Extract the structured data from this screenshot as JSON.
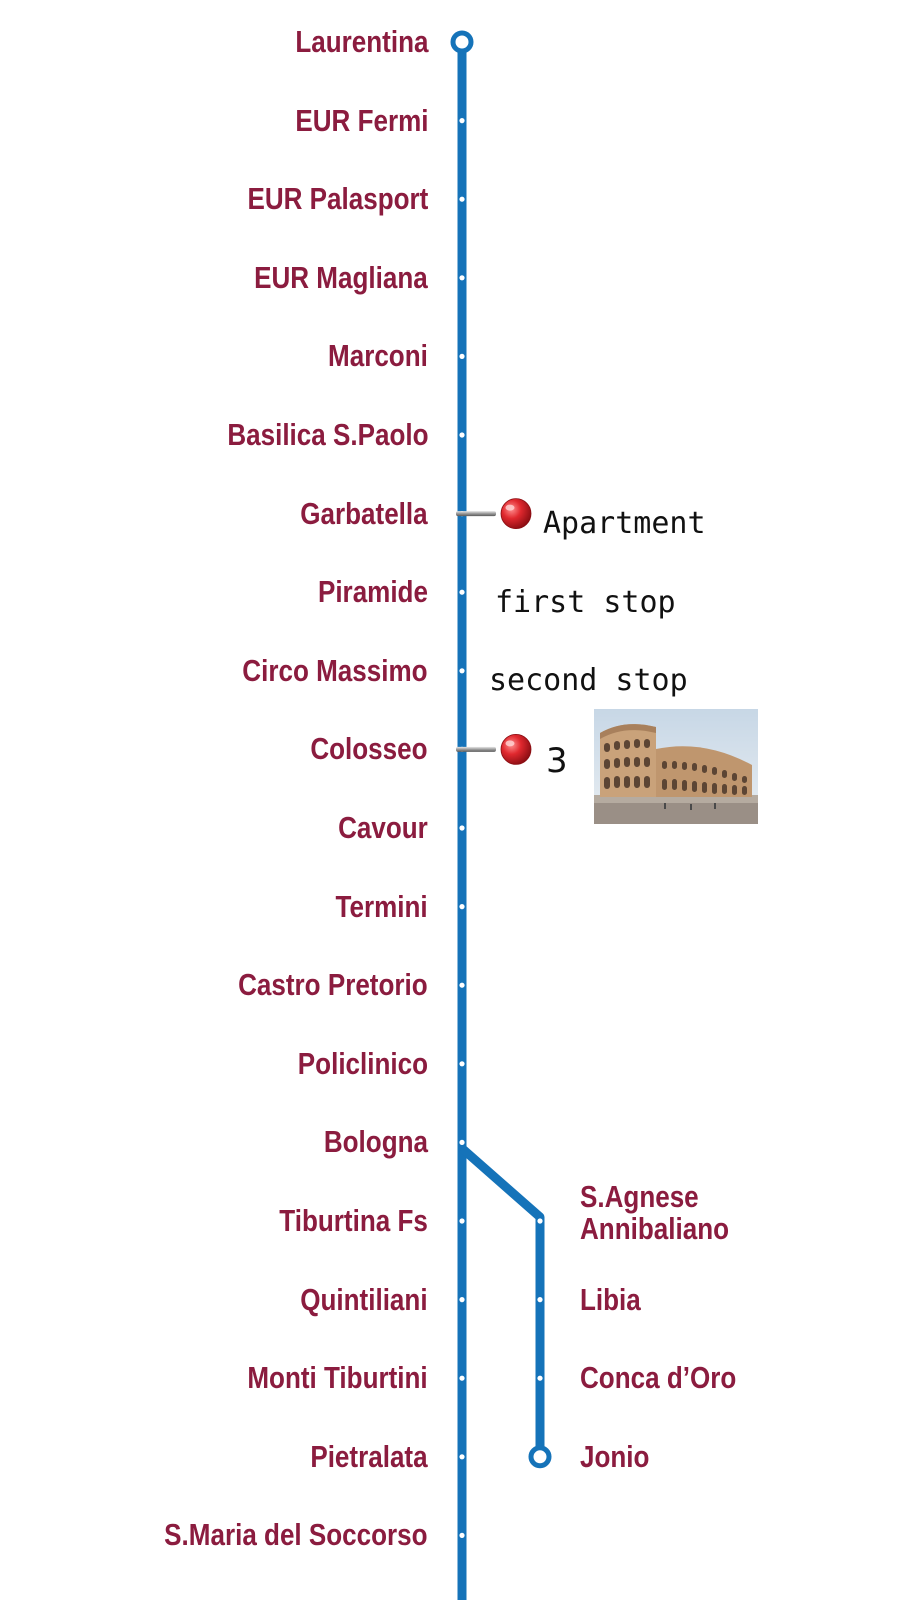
{
  "line": {
    "color": "#1573b9",
    "text_color": "#8b1c3f",
    "stations": [
      "Laurentina",
      "EUR Fermi",
      "EUR Palasport",
      "EUR Magliana",
      "Marconi",
      "Basilica S.Paolo",
      "Garbatella",
      "Piramide",
      "Circo Massimo",
      "Colosseo",
      "Cavour",
      "Termini",
      "Castro Pretorio",
      "Policlinico",
      "Bologna",
      "Tiburtina Fs",
      "Quintiliani",
      "Monti Tiburtini",
      "Pietralata",
      "S.Maria del Soccorso"
    ],
    "branch_stations": [
      [
        "S.Agnese",
        "Annibaliano"
      ],
      [
        "Libia"
      ],
      [
        "Conca d’Oro"
      ],
      [
        "Jonio"
      ]
    ]
  },
  "annotations": {
    "pin_color": "#d42026",
    "apartment": "Apartment",
    "first_stop": "first stop",
    "second_stop": "second stop",
    "third_stop_number": "3",
    "photo_icon": "colosseum-photo"
  }
}
